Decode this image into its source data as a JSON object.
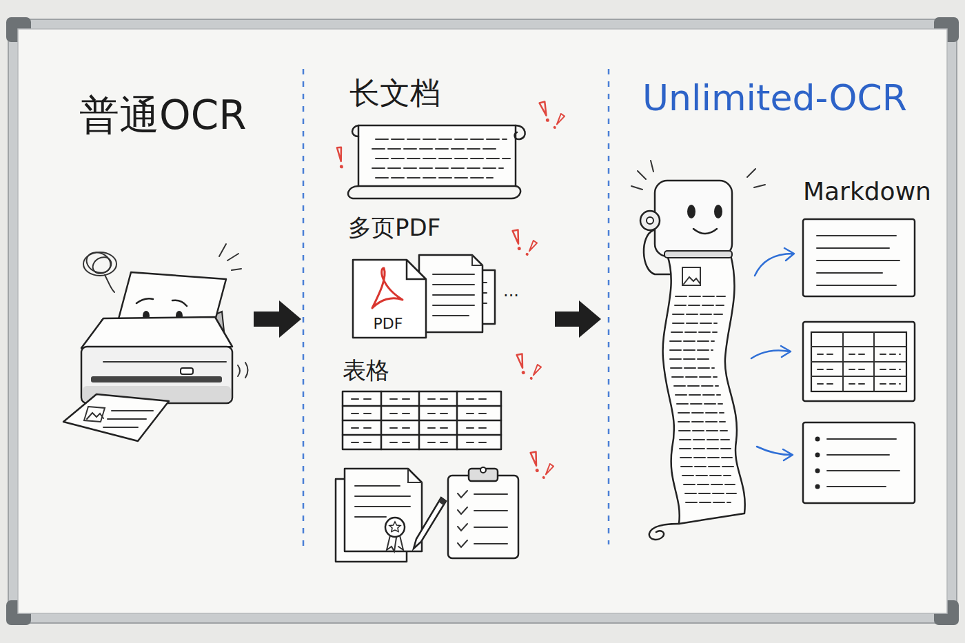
{
  "diagram": {
    "nodes": [
      {
        "text": [
          "普通OCR"
        ]
      },
      {
        "text": [
          "长文档",
          "多页PDF",
          "表格"
        ]
      },
      {
        "text": [
          "PDF"
        ],
        "in": 1
      },
      {
        "text": [
          "Unlimited-OCR",
          "Markdown"
        ]
      }
    ],
    "edges": [
      {
        "from": 0,
        "to": 1,
        "arrow": "to"
      },
      {
        "from": 1,
        "to": 3,
        "arrow": "to"
      }
    ],
    "labels": [
      "..."
    ]
  }
}
